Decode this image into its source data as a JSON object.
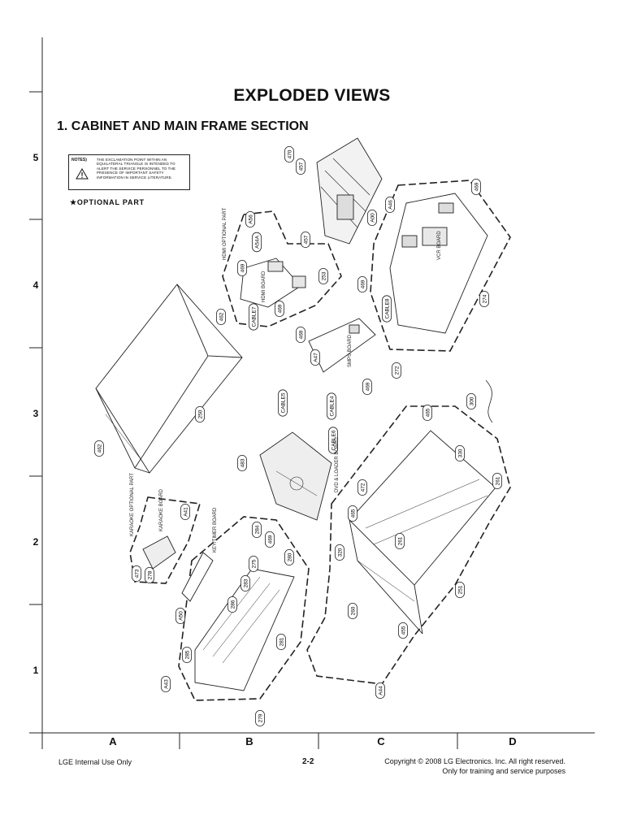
{
  "title": "EXPLODED VIEWS",
  "section_title": "1. CABINET AND MAIN FRAME SECTION",
  "notes": {
    "label": "NOTES)",
    "text": "THE EXCLAMATION POINT WITHIN AN EQUILATERAL TRIANGLE IS INTENDED TO ALERT THE SERVICE PERSONNEL TO THE PRESENCE OF IMPORTANT SAFETY INFORMATION IN SERVICE LITERATURE."
  },
  "optional_legend": "★OPTIONAL PART",
  "row_numbers": [
    "5",
    "4",
    "3",
    "2",
    "1"
  ],
  "column_letters": [
    "A",
    "B",
    "C",
    "D"
  ],
  "footer": {
    "left": "LGE Internal Use Only",
    "center": "2-2",
    "right_line1": "Copyright © 2008 LG Electronics. Inc. All right reserved.",
    "right_line2": "Only for training and service purposes"
  },
  "part_callouts": [
    "470",
    "457",
    "457",
    "A00",
    "A46",
    "469",
    "274",
    "469",
    "A56",
    "A54A",
    "469",
    "469",
    "253",
    "CABLE7",
    "462",
    "469",
    "A47",
    "272",
    "469",
    "CABLE8",
    "300",
    "250",
    "462",
    "CABLE5",
    "CABLE4",
    "CABLE6",
    "465",
    "330",
    "483",
    "472",
    "465",
    "261",
    "A41",
    "320",
    "261",
    "284",
    "469",
    "280",
    "275",
    "283",
    "473",
    "278",
    "A50",
    "286",
    "281",
    "285",
    "260",
    "455",
    "251",
    "A43",
    "279",
    "A44"
  ],
  "board_labels": {
    "hdmi_optional": "HDMI OPTIONAL PART",
    "hdmi_board": "HDMI BOARD",
    "vcr_board": "VCR BOARD",
    "smps_board": "SMPS BOARD",
    "dvd_loader_board": "DVD & LOADER BOARD",
    "karaoke_optional": "KARAOKE OPTIONAL PART",
    "karaoke_board": "KARAOKE BOARD",
    "key_timer_board": "KEY/TIMER BOARD"
  }
}
